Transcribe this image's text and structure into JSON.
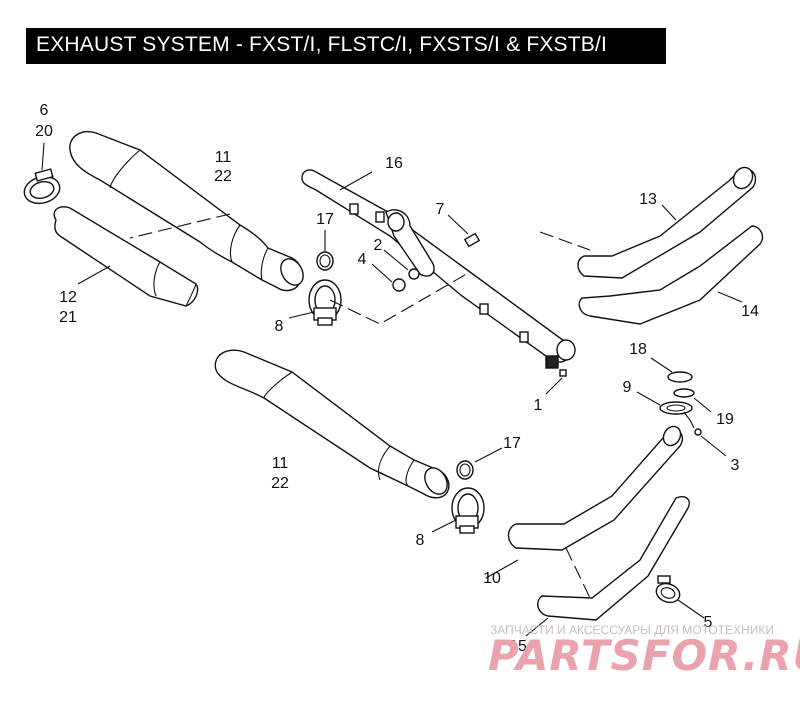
{
  "title": "EXHAUST SYSTEM - FXST/I, FLSTC/I, FXSTS/I & FXSTB/I",
  "callouts": {
    "c6": "6",
    "c20": "20",
    "c11a": "11",
    "c22a": "22",
    "c12": "12",
    "c21": "21",
    "c17a": "17",
    "c8a": "8",
    "c16": "16",
    "c7": "7",
    "c2": "2",
    "c4": "4",
    "c13": "13",
    "c14": "14",
    "c18": "18",
    "c9": "9",
    "c19": "19",
    "c3": "3",
    "c1": "1",
    "c11b": "11",
    "c22b": "22",
    "c17b": "17",
    "c8b": "8",
    "c10": "10",
    "c5": "5",
    "c15": "15"
  },
  "watermark": {
    "subtitle": "ЗАПЧАСТИ И АКСЕССУАРЫ ДЛЯ МОТОТЕХНИКИ",
    "brand": "PARTSFOR.RU"
  },
  "colors": {
    "title_bg": "#000000",
    "title_fg": "#ffffff",
    "ink": "#111111",
    "watermark": "#e4919e"
  }
}
